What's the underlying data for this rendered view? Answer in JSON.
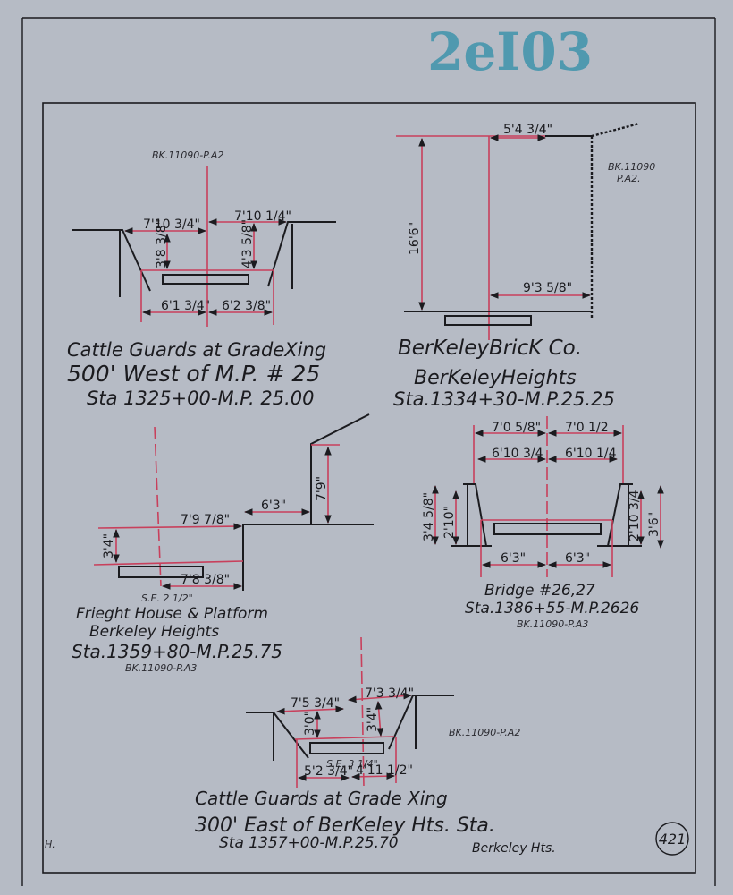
{
  "stamp": "2eI03",
  "sheet_number": "421",
  "corner_mark": "H.",
  "footer_location": "Berkeley Hts.",
  "drawings": [
    {
      "ref": "BK.11090-P.A2",
      "dims": [
        "7'10 3/4\"",
        "7'10 1/4\"",
        "3'8 3/8\"",
        "4'3 5/8\"",
        "6'1 3/4\"",
        "6'2 3/8\""
      ],
      "title": [
        "Cattle Guards at GradeXing",
        "500' West of M.P. # 25",
        "Sta 1325+00-M.P. 25.00"
      ]
    },
    {
      "ref": [
        "BK.11090",
        "P.A2."
      ],
      "dims": [
        "5'4 3/4\"",
        "16'6\"",
        "9'3 5/8\""
      ],
      "title": [
        "BerKeleyBricK Co.",
        "BerKeleyHeights",
        "Sta.1334+30-M.P.25.25"
      ]
    },
    {
      "ref": "BK.11090-P.A3",
      "dims": [
        "7'9 7/8\"",
        "6'3\"",
        "7'9\"",
        "3'4\"",
        "7'8 3/8\"",
        "S.E. 2 1/2\""
      ],
      "title": [
        "Frieght House & Platform",
        "Berkeley Heights",
        "Sta.1359+80-M.P.25.75"
      ]
    },
    {
      "ref": "BK.11090-P.A3",
      "dims": [
        "7'0 5/8\"",
        "7'0 1/2",
        "6'10 3/4",
        "6'10 1/4",
        "3'4 5/8\"",
        "2'10\"",
        "2'10 3/4",
        "3'6\"",
        "6'3\"",
        "6'3\""
      ],
      "title": [
        "Bridge #26,27",
        "Sta.1386+55-M.P.2626"
      ]
    },
    {
      "ref": "BK.11090-P.A2",
      "dims": [
        "7'5 3/4\"",
        "7'3 3/4\"",
        "3'0\"",
        "3'4\"",
        "S.E. 3 1/4\"",
        "5'2 3/4\"",
        "4'11 1/2\""
      ],
      "title": [
        "Cattle Guards at Grade Xing",
        "300' East of BerKeley Hts. Sta.",
        "Sta 1357+00-M.P.25.70"
      ]
    }
  ]
}
